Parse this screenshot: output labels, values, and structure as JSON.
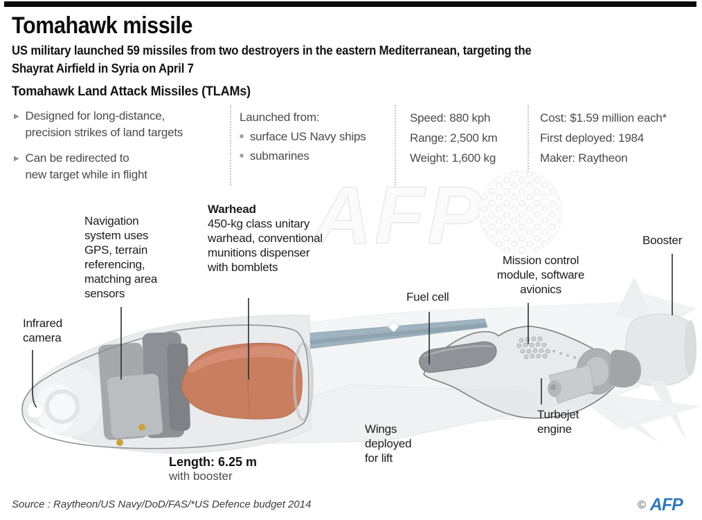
{
  "header": {
    "title": "Tomahawk missile",
    "subtitle": "US military launched 59 missiles from two destroyers in the eastern Mediterranean, targeting the\nShayrat Airfield in Syria on April 7",
    "section_title": "Tomahawk Land Attack Missiles (TLAMs)"
  },
  "facts": {
    "bullets": [
      "Designed for long-distance,\nprecision strikes of land targets",
      "Can be redirected to\nnew target while in flight"
    ],
    "launched_from": {
      "label": "Launched from:",
      "items": [
        "surface US Navy ships",
        "submarines"
      ]
    },
    "specs": [
      "Speed: 880 kph",
      "Range: 2,500 km",
      "Weight: 1,600 kg"
    ],
    "meta": [
      "Cost: $1.59 million each*",
      "First deployed: 1984",
      "Maker: Raytheon"
    ]
  },
  "diagram": {
    "labels": {
      "infrared": "Infrared\ncamera",
      "navigation": "Navigation\nsystem uses\nGPS, terrain\nreferencing,\nmatching area\nsensors",
      "warhead_title": "Warhead",
      "warhead_desc": "450-kg class unitary\nwarhead, conventional\nmunitions dispenser\nwith bomblets",
      "fuel_cell": "Fuel cell",
      "mission": "Mission control\nmodule, software\navionics",
      "booster": "Booster",
      "turbojet": "Turbojet\nengine",
      "wings": "Wings\ndeployed\nfor lift",
      "length_main": "Length: 6.25 m",
      "length_sub": "with booster"
    }
  },
  "watermark": {
    "text": "AFP"
  },
  "footer": {
    "source": "Source : Raytheon/US Navy/DoD/FAS/*US Defence budget 2014",
    "copyright": "©",
    "logo_text": "AFP"
  },
  "colors": {
    "afp_blue": "#2e79bd",
    "warhead_orange": "#c97e60",
    "wing_blue": "#9fb3c0",
    "body_gray": "#e9ebed"
  }
}
